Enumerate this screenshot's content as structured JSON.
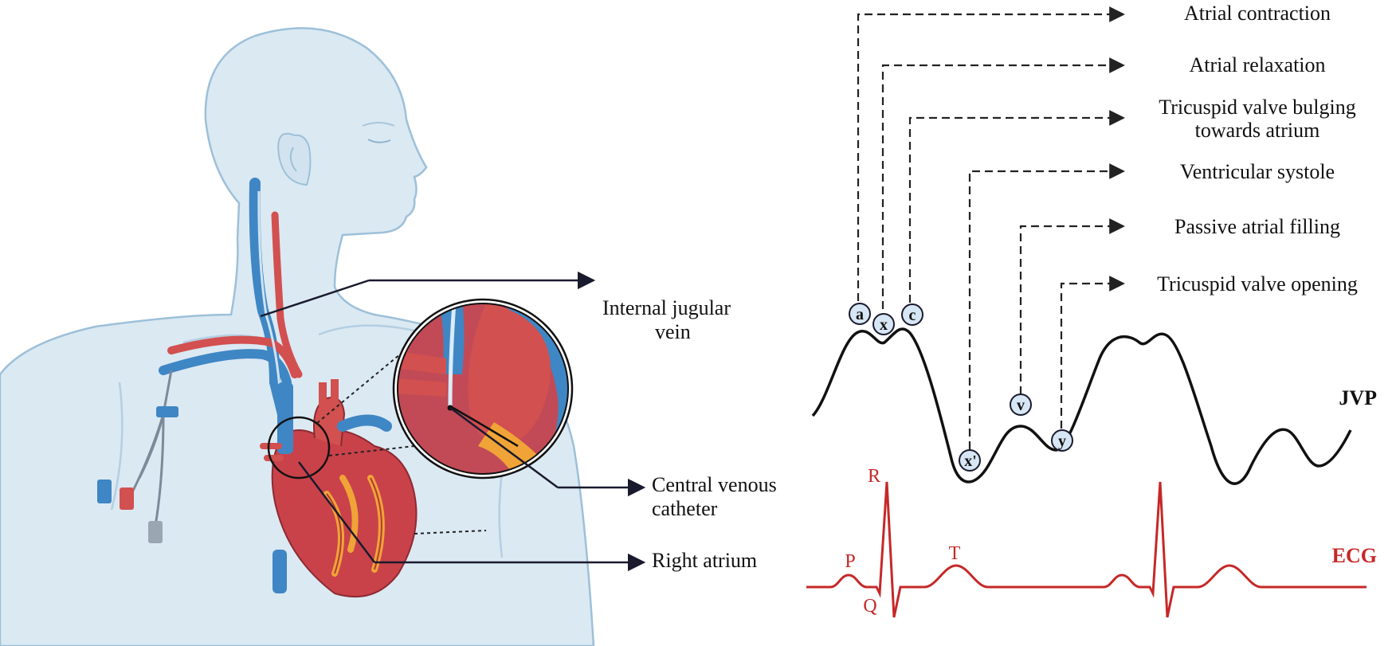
{
  "anatomy_labels": {
    "ijv_line1": "Internal jugular",
    "ijv_line2": "vein",
    "cvc_line1": "Central venous",
    "cvc_line2": "catheter",
    "right_atrium": "Right atrium"
  },
  "jvp": {
    "title": "JVP",
    "points": [
      "a",
      "x",
      "c",
      "x'",
      "v",
      "y"
    ],
    "events": [
      {
        "lines": [
          "Atrial contraction"
        ]
      },
      {
        "lines": [
          "Atrial relaxation"
        ]
      },
      {
        "lines": [
          "Tricuspid valve bulging",
          "towards atrium"
        ]
      },
      {
        "lines": [
          "Ventricular systole"
        ]
      },
      {
        "lines": [
          "Passive atrial filling"
        ]
      },
      {
        "lines": [
          "Tricuspid valve opening"
        ]
      }
    ]
  },
  "ecg": {
    "title": "ECG",
    "waves": [
      "P",
      "Q",
      "R",
      "T"
    ]
  },
  "colors": {
    "skin": "#dbe9f3",
    "skin_outline": "#9dc0d9",
    "vein_blue": "#3f86c4",
    "artery_red": "#d2504f",
    "heart_red": "#c9424a",
    "fat_orange": "#f0a437",
    "ecg_red": "#c62828",
    "line_dark": "#1a1a2e",
    "marker_fill": "#d7e6f4"
  }
}
